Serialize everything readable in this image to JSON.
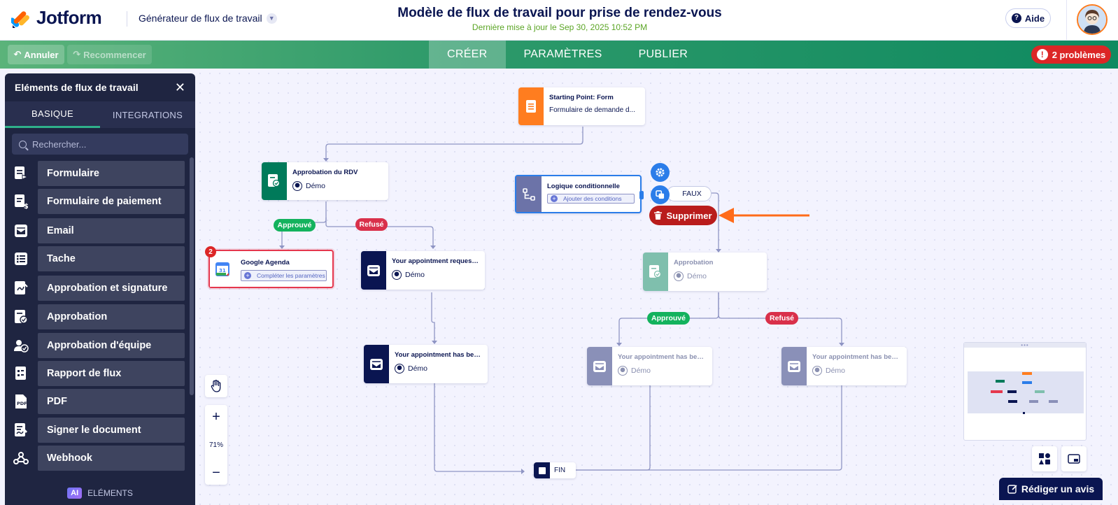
{
  "brand": {
    "name": "Jotform"
  },
  "header": {
    "builder_label": "Générateur de flux de travail",
    "title": "Modèle de flux de travail pour prise de rendez-vous",
    "last_updated": "Dernière mise à jour le Sep 30, 2025 10:52 PM",
    "help_label": "Aide"
  },
  "toolbar": {
    "undo_label": "Annuler",
    "redo_label": "Recommencer",
    "tabs": [
      {
        "label": "CRÉER",
        "active": true
      },
      {
        "label": "PARAMÈTRES",
        "active": false
      },
      {
        "label": "PUBLIER",
        "active": false
      }
    ],
    "problems_label": "2 problèmes"
  },
  "sidebar": {
    "title": "Eléments de flux de travail",
    "tabs": [
      {
        "label": "BASIQUE",
        "active": true
      },
      {
        "label": "INTEGRATIONS",
        "active": false
      }
    ],
    "search_placeholder": "Rechercher...",
    "items": [
      {
        "label": "Formulaire",
        "icon": "form-icon"
      },
      {
        "label": "Formulaire de paiement",
        "icon": "payment-form-icon"
      },
      {
        "label": "Email",
        "icon": "email-icon"
      },
      {
        "label": "Tache",
        "icon": "task-icon"
      },
      {
        "label": "Approbation et signature",
        "icon": "approval-signature-icon"
      },
      {
        "label": "Approbation",
        "icon": "approval-icon"
      },
      {
        "label": "Approbation d'équipe",
        "icon": "team-approval-icon"
      },
      {
        "label": "Rapport de flux",
        "icon": "flow-report-icon"
      },
      {
        "label": "PDF",
        "icon": "pdf-icon"
      },
      {
        "label": "Signer le document",
        "icon": "sign-document-icon"
      },
      {
        "label": "Webhook",
        "icon": "webhook-icon"
      }
    ],
    "footer_ai": "AI",
    "footer_label": "ELÉMENTS"
  },
  "workflow": {
    "start": {
      "title": "Starting Point: Form",
      "subtitle": "Formulaire de demande d..."
    },
    "approval_rdv": {
      "title": "Approbation du RDV",
      "assignee": "Démo"
    },
    "google": {
      "title": "Google Agenda",
      "action": "Compléter les paramètres",
      "badge": "2"
    },
    "email_request": {
      "title": "Your appointment request ha...",
      "assignee": "Démo"
    },
    "email_sent": {
      "title": "Your appointment has been s...",
      "assignee": "Démo"
    },
    "logic": {
      "title": "Logique conditionnelle",
      "action": "Ajouter des conditions"
    },
    "faux_label": "FAUX",
    "delete_label": "Supprimer",
    "approval2": {
      "title": "Approbation",
      "assignee": "Démo"
    },
    "email_faded1": {
      "title": "Your appointment has been s...",
      "assignee": "Démo"
    },
    "email_faded2": {
      "title": "Your appointment has been s...",
      "assignee": "Démo"
    },
    "labels": {
      "approved": "Approuvé",
      "refused": "Refusé"
    },
    "end_label": "FIN"
  },
  "canvas_controls": {
    "zoom": "71%"
  },
  "feedback_label": "Rédiger un avis",
  "colors": {
    "brand_navy": "#0a1551",
    "toolbar_green": "#0f8a60",
    "approved": "#13b25d",
    "refused": "#d9304a",
    "delete": "#b91c1c",
    "arrow": "#ff6b1a",
    "selected": "#2b7de9"
  }
}
